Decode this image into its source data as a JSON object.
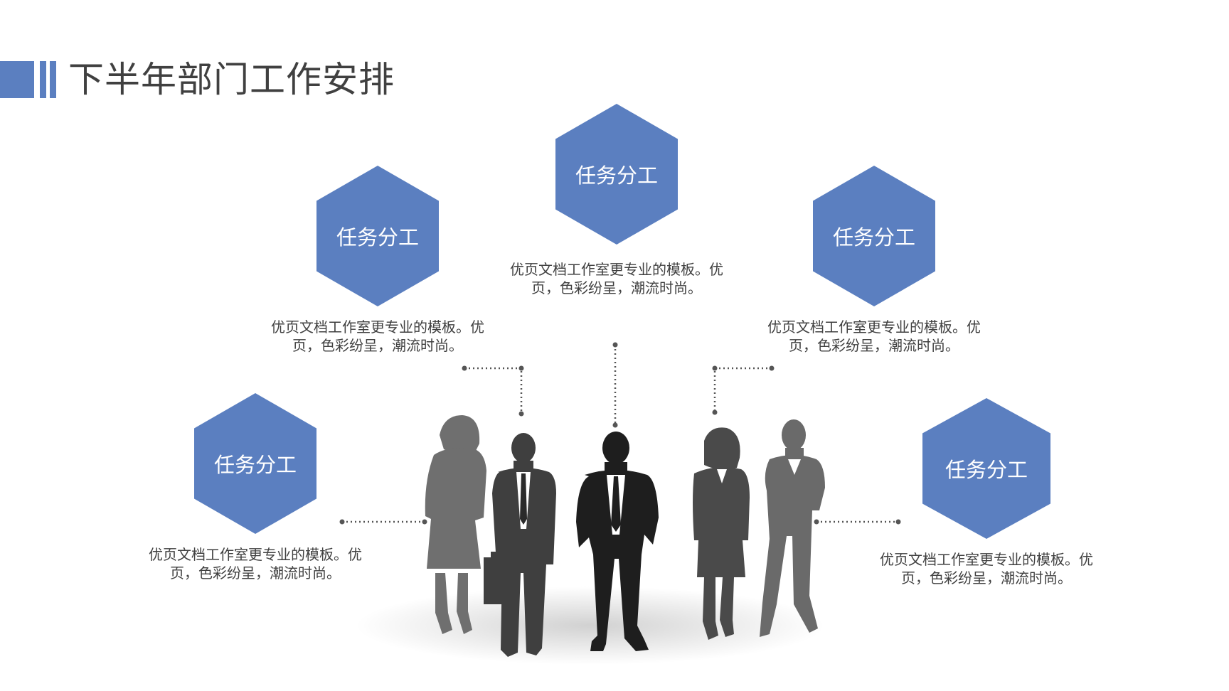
{
  "title": "下半年部门工作安排",
  "colors": {
    "accent": "#5b7fc0",
    "text": "#404040",
    "connector": "#555555"
  },
  "cards": [
    {
      "label": "任务分工",
      "desc_line1": "优页文档工作室更专业的模板。优",
      "desc_line2": "页，色彩纷呈，潮流时尚。"
    },
    {
      "label": "任务分工",
      "desc_line1": "优页文档工作室更专业的模板。优",
      "desc_line2": "页，色彩纷呈，潮流时尚。"
    },
    {
      "label": "任务分工",
      "desc_line1": "优页文档工作室更专业的模板。优",
      "desc_line2": "页，色彩纷呈，潮流时尚。"
    },
    {
      "label": "任务分工",
      "desc_line1": "优页文档工作室更专业的模板。优",
      "desc_line2": "页，色彩纷呈，潮流时尚。"
    },
    {
      "label": "任务分工",
      "desc_line1": "优页文档工作室更专业的模板。优",
      "desc_line2": "页，色彩纷呈，潮流时尚。"
    }
  ],
  "illustration": "business-team-silhouette"
}
